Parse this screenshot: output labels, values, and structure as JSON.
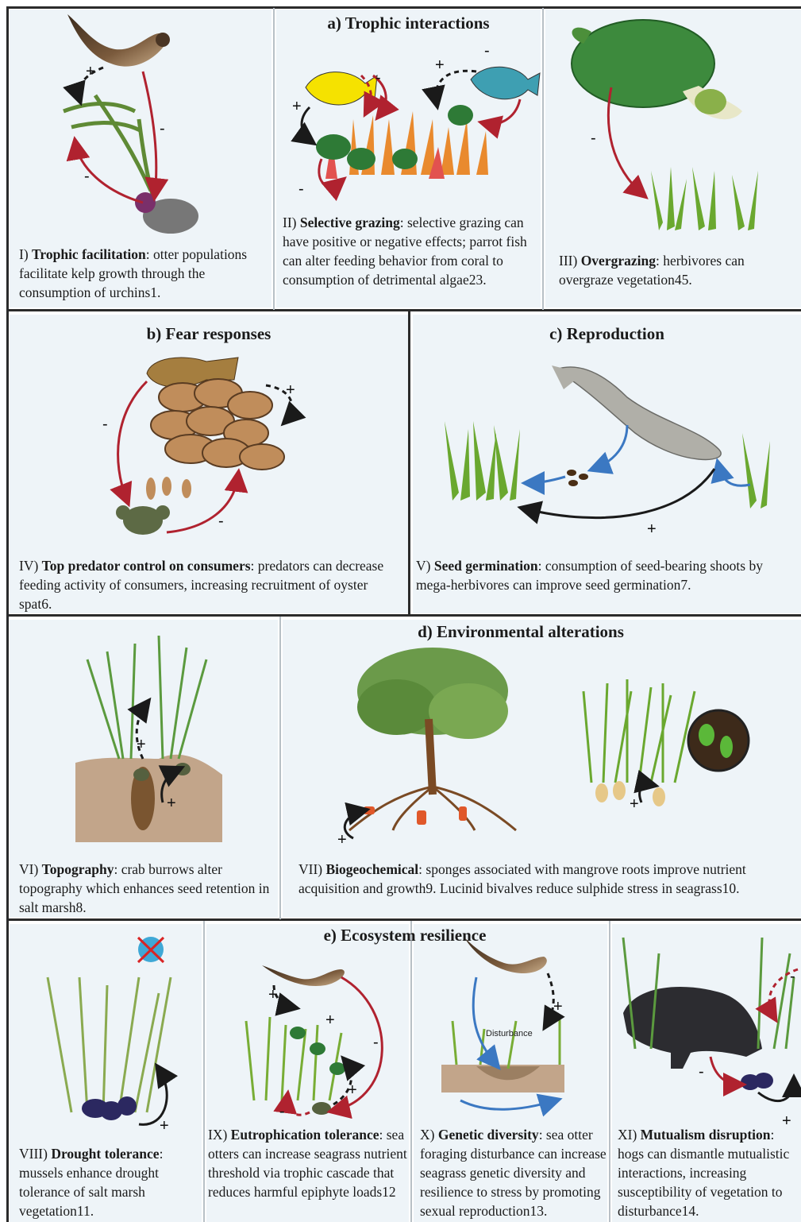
{
  "sections": {
    "a": "a) Trophic interactions",
    "b": "b) Fear responses",
    "c": "c) Reproduction",
    "d": "d) Environmental alterations",
    "e": "e) Ecosystem resilience"
  },
  "panels": [
    {
      "num": "I)",
      "name": "Trophic facilitation",
      "text": ": otter populations facilitate kelp growth through the consumption of urchins1."
    },
    {
      "num": "II)",
      "name": "Selective grazing",
      "text": ": selective grazing can have positive or negative effects; parrot fish can alter feeding behavior from coral to consumption of detrimental algae23."
    },
    {
      "num": "III)",
      "name": "Overgrazing",
      "text": ": herbivores can overgraze vegetation45."
    },
    {
      "num": "IV)",
      "name": "Top predator control on consumers",
      "text": ": predators can decrease feeding activity of consumers, increasing recruitment of oyster spat6."
    },
    {
      "num": "V)",
      "name": "Seed germination",
      "text": ": consumption of seed-bearing shoots by mega-herbivores can improve seed germination7."
    },
    {
      "num": "VI)",
      "name": "Topography",
      "text": ": crab burrows alter topography which enhances seed retention in salt marsh8."
    },
    {
      "num": "VII)",
      "name": "Biogeochemical",
      "text": ": sponges associated with mangrove roots improve nutrient acquisition and growth9. Lucinid bivalves reduce sulphide stress in seagrass10."
    },
    {
      "num": "VIII)",
      "name": "Drought tolerance",
      "text": ": mussels enhance drought tolerance of salt marsh vegetation11."
    },
    {
      "num": "IX)",
      "name": "Eutrophication tolerance",
      "text": ": sea otters can increase seagrass nutrient threshold via trophic cascade that reduces harmful epiphyte loads12"
    },
    {
      "num": "X)",
      "name": "Genetic diversity",
      "text": ": sea otter foraging disturbance can increase seagrass genetic diversity and resilience to stress by promoting sexual reproduction13."
    },
    {
      "num": "XI)",
      "name": "Mutualism disruption",
      "text": ": hogs can dismantle mutualistic interactions, increasing susceptibility of vegetation to disturbance14."
    }
  ],
  "labels": {
    "plus": "+",
    "minus": "-",
    "disturbance": "Disturbance"
  },
  "colors": {
    "panel_bg": "#eef4f8",
    "negative_arrow": "#b0222f",
    "positive_arrow": "#1a1a1a",
    "seed_arrow": "#3b78c2",
    "seagrass": "#7aa035",
    "sediment": "#c2a58a"
  }
}
